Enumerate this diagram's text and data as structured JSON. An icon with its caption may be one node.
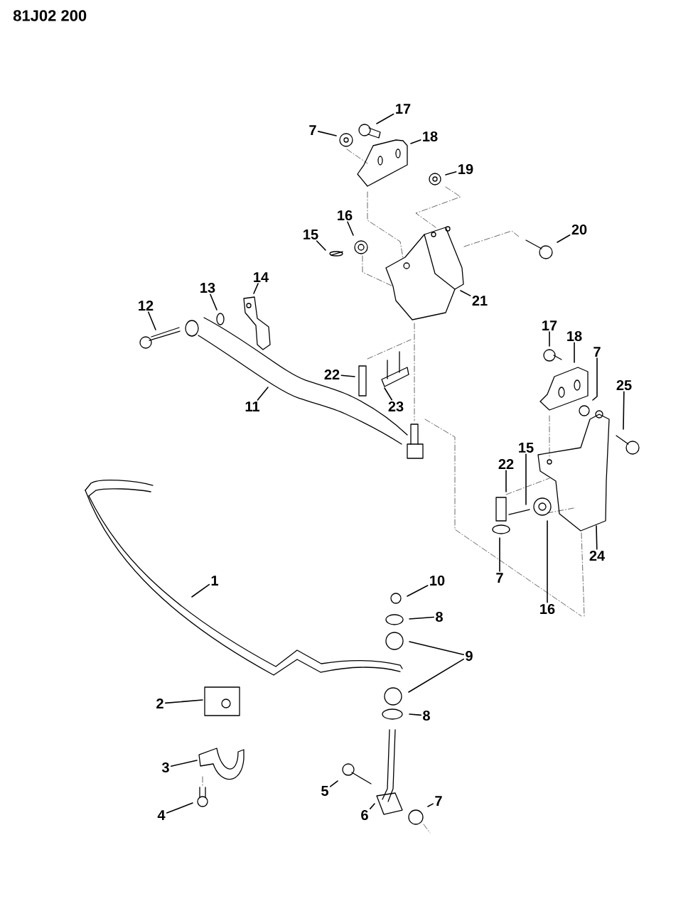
{
  "diagram": {
    "nodes": [
      {
        "text": [
          "17"
        ]
      },
      {
        "text": [
          "7"
        ]
      },
      {
        "text": [
          "18"
        ]
      },
      {
        "text": [
          "19"
        ]
      },
      {
        "text": [
          "20"
        ]
      },
      {
        "text": [
          "16"
        ]
      },
      {
        "text": [
          "15"
        ]
      },
      {
        "text": [
          "21"
        ]
      },
      {
        "text": [
          "14"
        ]
      },
      {
        "text": [
          "13"
        ]
      },
      {
        "text": [
          "12"
        ]
      },
      {
        "text": [
          "17"
        ]
      },
      {
        "text": [
          "18"
        ]
      },
      {
        "text": [
          "7"
        ]
      },
      {
        "text": [
          "25"
        ]
      },
      {
        "text": [
          "22"
        ]
      },
      {
        "text": [
          "23"
        ]
      },
      {
        "text": [
          "11"
        ]
      },
      {
        "text": [
          "22"
        ]
      },
      {
        "text": [
          "15"
        ]
      },
      {
        "text": [
          "16"
        ]
      },
      {
        "text": [
          "7"
        ]
      },
      {
        "text": [
          "24"
        ]
      },
      {
        "text": [
          "1"
        ]
      },
      {
        "text": [
          "10"
        ]
      },
      {
        "text": [
          "8"
        ]
      },
      {
        "text": [
          "9"
        ]
      },
      {
        "text": [
          "2"
        ]
      },
      {
        "text": [
          "8"
        ]
      },
      {
        "text": [
          "3"
        ]
      },
      {
        "text": [
          "5"
        ]
      },
      {
        "text": [
          "4"
        ]
      },
      {
        "text": [
          "6"
        ]
      },
      {
        "text": [
          "7"
        ]
      }
    ],
    "edges": [
      {
        "from": 0,
        "to": null,
        "arrow": "none"
      },
      {
        "from": 1,
        "to": null,
        "arrow": "none"
      },
      {
        "from": 2,
        "to": null,
        "arrow": "none"
      },
      {
        "from": 3,
        "to": null,
        "arrow": "none"
      },
      {
        "from": 4,
        "to": null,
        "arrow": "none"
      },
      {
        "from": 5,
        "to": null,
        "arrow": "none"
      },
      {
        "from": 6,
        "to": null,
        "arrow": "none"
      },
      {
        "from": 7,
        "to": null,
        "arrow": "none"
      },
      {
        "from": 8,
        "to": null,
        "arrow": "none"
      },
      {
        "from": 9,
        "to": null,
        "arrow": "none"
      },
      {
        "from": 10,
        "to": null,
        "arrow": "none"
      },
      {
        "from": 11,
        "to": null,
        "arrow": "none"
      },
      {
        "from": 12,
        "to": null,
        "arrow": "none"
      },
      {
        "from": 13,
        "to": null,
        "arrow": "none"
      },
      {
        "from": 14,
        "to": null,
        "arrow": "none"
      },
      {
        "from": 15,
        "to": null,
        "arrow": "none"
      },
      {
        "from": 16,
        "to": null,
        "arrow": "none"
      },
      {
        "from": 17,
        "to": null,
        "arrow": "none"
      },
      {
        "from": 18,
        "to": null,
        "arrow": "none"
      },
      {
        "from": 19,
        "to": null,
        "arrow": "none"
      },
      {
        "from": 20,
        "to": null,
        "arrow": "none"
      },
      {
        "from": 21,
        "to": null,
        "arrow": "none"
      },
      {
        "from": 22,
        "to": null,
        "arrow": "none"
      },
      {
        "from": 23,
        "to": null,
        "arrow": "none"
      },
      {
        "from": 24,
        "to": null,
        "arrow": "none"
      },
      {
        "from": 25,
        "to": null,
        "arrow": "none"
      },
      {
        "from": 26,
        "to": null,
        "arrow": "none"
      },
      {
        "from": 26,
        "to": null,
        "arrow": "none"
      },
      {
        "from": 27,
        "to": null,
        "arrow": "none"
      },
      {
        "from": 28,
        "to": null,
        "arrow": "none"
      },
      {
        "from": 29,
        "to": null,
        "arrow": "none"
      },
      {
        "from": 30,
        "to": null,
        "arrow": "none"
      },
      {
        "from": 31,
        "to": null,
        "arrow": "none"
      },
      {
        "from": 32,
        "to": null,
        "arrow": "none"
      },
      {
        "from": 33,
        "to": null,
        "arrow": "none"
      }
    ],
    "labels": [
      "81J02 200"
    ]
  }
}
